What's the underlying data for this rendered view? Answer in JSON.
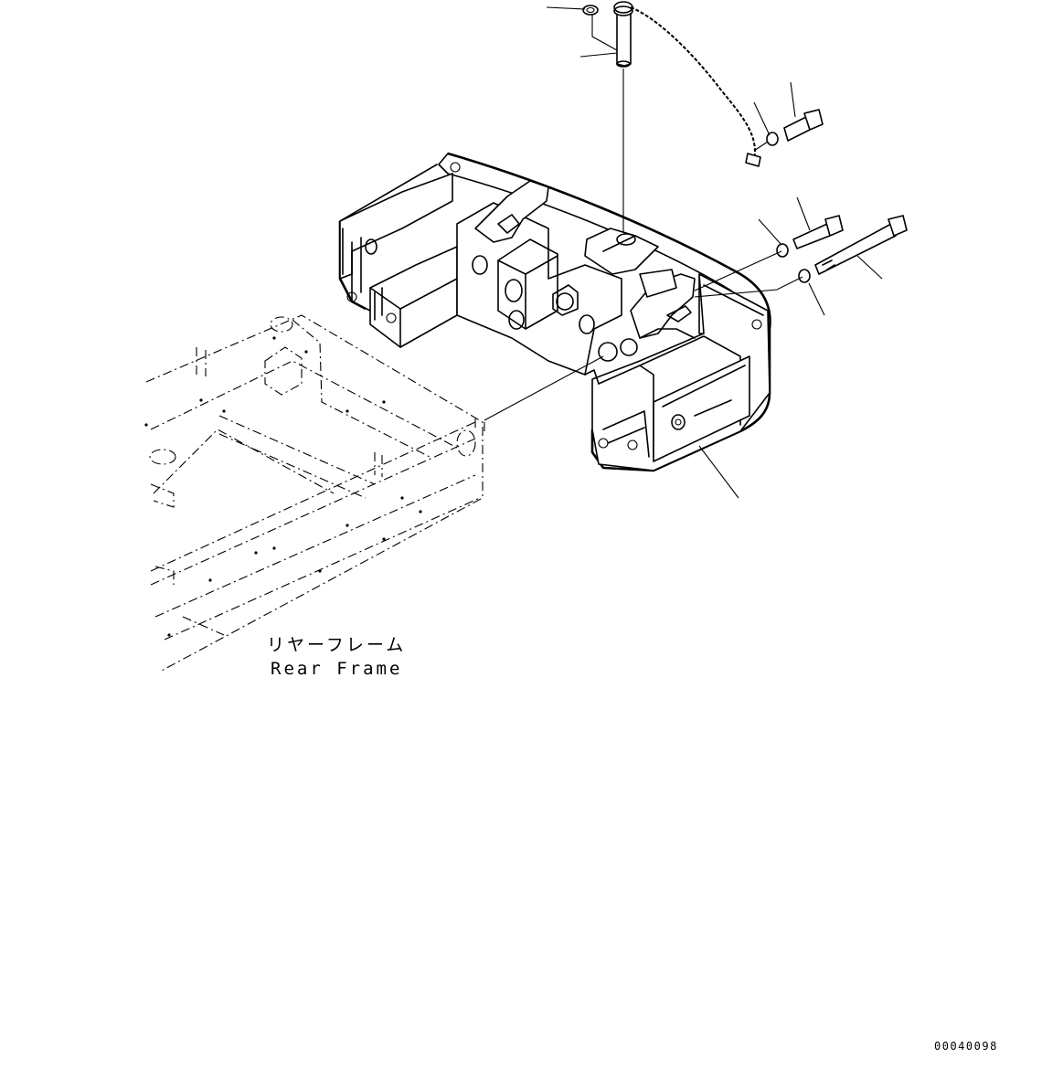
{
  "labels": {
    "frame_jp": "リヤーフレーム",
    "frame_en": "Rear Frame"
  },
  "figure_code": "00040098",
  "colors": {
    "ink": "#000000",
    "paper": "#ffffff"
  }
}
